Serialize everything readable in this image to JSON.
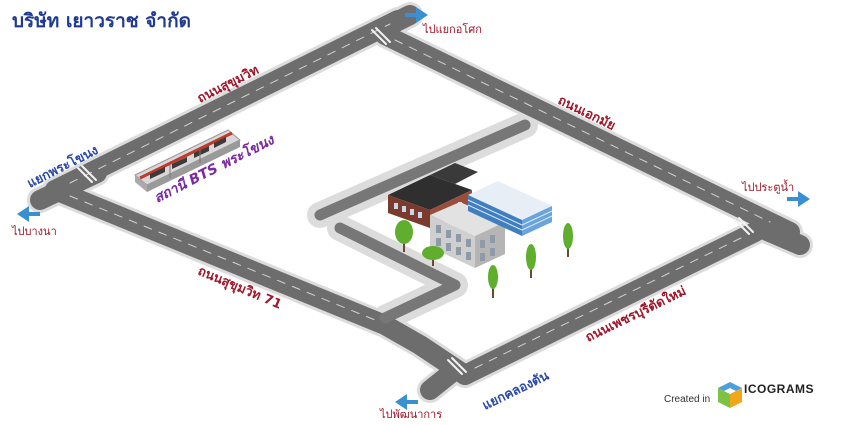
{
  "title": "บริษัท เยาวราช จำกัด",
  "roads": {
    "sukhumvit": "ถนนสุขุมวิท",
    "ekkamai": "ถนนเอกมัย",
    "sukhumvit71": "ถนนสุขุมวิท 71",
    "phetchaburi": "ถนนเพชรบุรีตัดใหม่"
  },
  "intersections": {
    "phra_khanong": "แยกพระโขนง",
    "khlong_tan": "แยกคลองตัน"
  },
  "station": "สถานี BTS พระโขนง",
  "directions": {
    "asok": "ไปแยกอโศก",
    "bangna": "ไปบางนา",
    "pratunam": "ไปประตูน้ำ",
    "phatthanakan": "ไปพัฒนาการ"
  },
  "credit": {
    "created_in": "Created in",
    "brand": "ICOGRAMS"
  },
  "colors": {
    "title": "#1f3a93",
    "road_label": "#a0162a",
    "intersection_label": "#2c4aa8",
    "station_label": "#7a2aa0",
    "road": "#6b6b6b",
    "road_edge": "#d9d9d9",
    "arrow": "#3a8fd0"
  },
  "icons": [
    "bts-train-icon",
    "office-building-icon",
    "glass-building-icon",
    "tree-icon",
    "direction-arrow-icon",
    "icograms-logo-icon"
  ]
}
